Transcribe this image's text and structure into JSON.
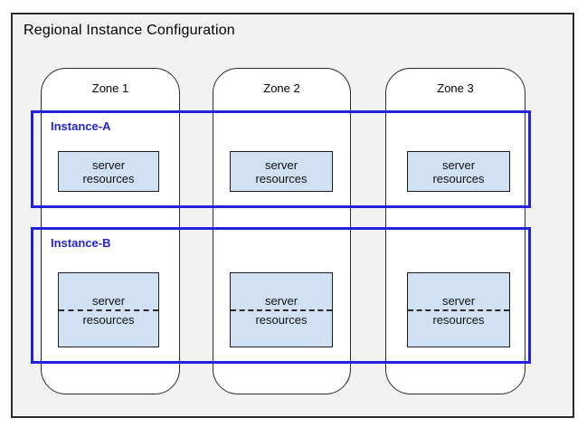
{
  "title": "Regional Instance Configuration",
  "colors": {
    "canvas_bg": "#f2f2f2",
    "zone_bg": "#ffffff",
    "zone_border": "#2b2b2b",
    "instance_blue": "#2222dd",
    "server_box_fill": "#cfe1f3",
    "server_box_border": "#1a1a1a",
    "text_dark": "#111111"
  },
  "zones": [
    {
      "label": "Zone 1"
    },
    {
      "label": "Zone 2"
    },
    {
      "label": "Zone 3"
    }
  ],
  "instances": [
    {
      "label": "Instance-A",
      "server_boxes": [
        {
          "line1": "server",
          "line2": "resources",
          "divider": false
        },
        {
          "line1": "server",
          "line2": "resources",
          "divider": false
        },
        {
          "line1": "server",
          "line2": "resources",
          "divider": false
        }
      ]
    },
    {
      "label": "Instance-B",
      "server_boxes": [
        {
          "line1": "server",
          "line2": "resources",
          "divider": true
        },
        {
          "line1": "server",
          "line2": "resources",
          "divider": true
        },
        {
          "line1": "server",
          "line2": "resources",
          "divider": true
        }
      ]
    }
  ]
}
